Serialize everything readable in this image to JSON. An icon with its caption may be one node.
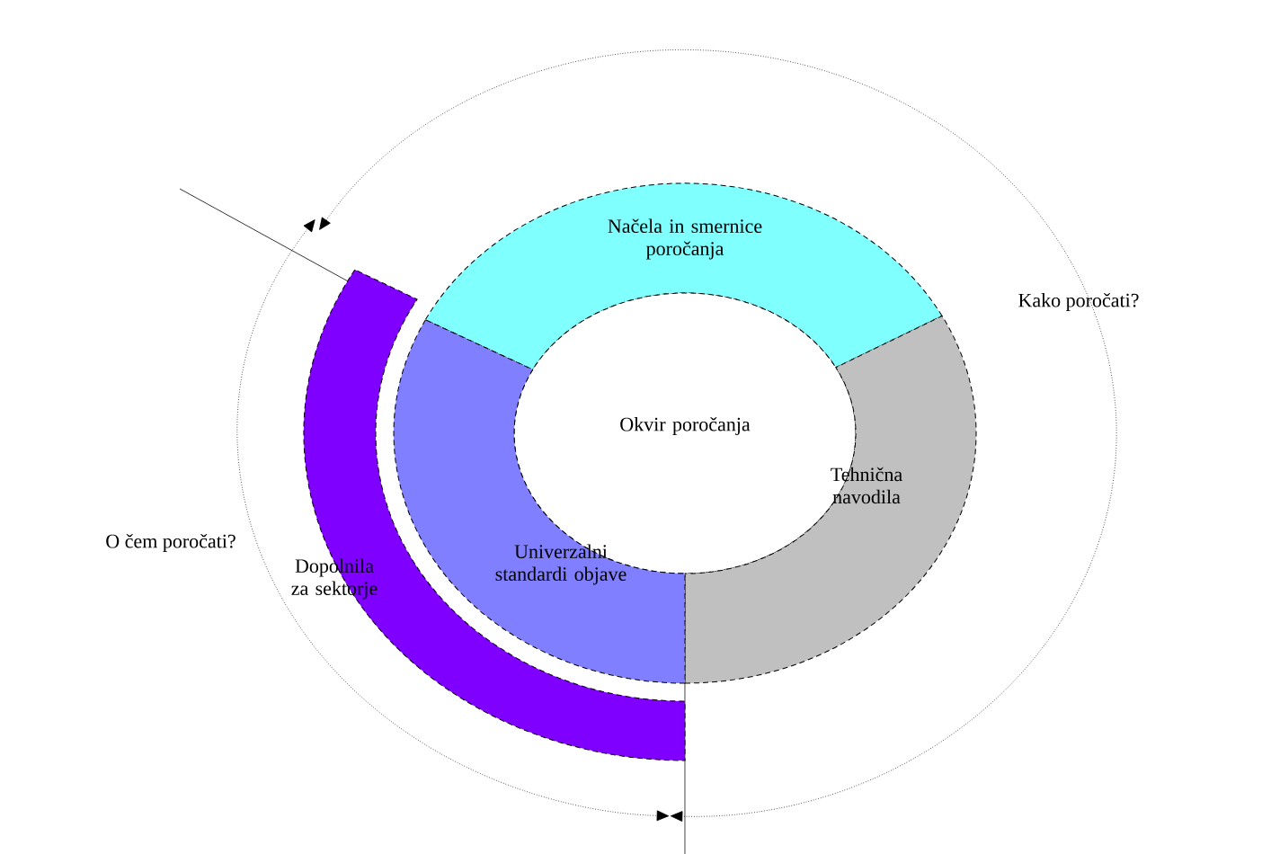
{
  "diagram": {
    "nodes": [
      {
        "text": [
          "Načela in smernice poročanja"
        ]
      },
      {
        "text": [
          "Okvir poročanja"
        ]
      },
      {
        "text": [
          "Tehnična navodila"
        ]
      },
      {
        "text": [
          "Univerzalni standardi objave"
        ]
      },
      {
        "text": [
          "Dopolnila za sektorje"
        ]
      }
    ],
    "labels": [
      "Kako poročati?",
      "O čem poročati?"
    ]
  }
}
